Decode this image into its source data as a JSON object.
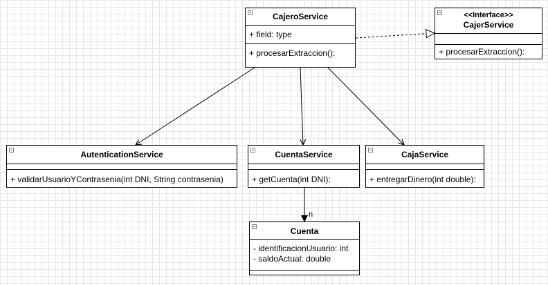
{
  "classes": {
    "cajero_service": {
      "name": "CajeroService",
      "field": "+ field: type",
      "method": "+ procesarExtraccion():"
    },
    "cajer_service_interface": {
      "stereotype": "<<Interface>>",
      "name": "CajerService",
      "method": "+ procesarExtraccion():"
    },
    "autentication_service": {
      "name": "AutenticationService",
      "method": "+ validarUsuarioYContrasenia(int DNI, String contrasenia)"
    },
    "cuenta_service": {
      "name": "CuentaService",
      "method": "+ getCuenta(int DNI):"
    },
    "caja_service": {
      "name": "CajaService",
      "method": "+ entregarDinero(int double):"
    },
    "cuenta": {
      "name": "Cuenta",
      "attributes": [
        "- identificacionUsuario: int",
        "- saldoActual: double"
      ]
    }
  },
  "relations": {
    "cuenta_multiplicity": "n"
  }
}
